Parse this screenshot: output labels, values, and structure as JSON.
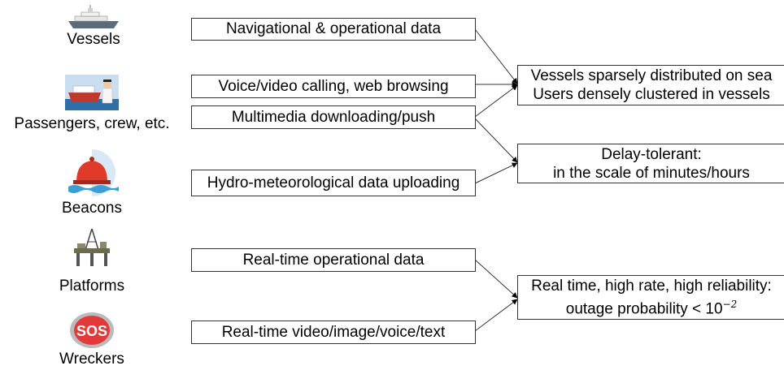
{
  "entities": [
    {
      "label": "Vessels",
      "icon": "ship-icon"
    },
    {
      "label": "Passengers, crew, etc.",
      "icon": "passenger-ship-icon"
    },
    {
      "label": "Beacons",
      "icon": "buoy-icon"
    },
    {
      "label": "Platforms",
      "icon": "oil-platform-icon"
    },
    {
      "label": "Wreckers",
      "icon": "sos-icon"
    }
  ],
  "services": [
    "Navigational & operational data",
    "Voice/video calling, web browsing",
    "Multimedia downloading/push",
    "Hydro-meteorological data uploading",
    "Real-time operational data",
    "Real-time video/image/voice/text"
  ],
  "requirements": [
    {
      "lines": [
        "Vessels sparsely distributed on sea",
        "Users densely clustered in vessels"
      ]
    },
    {
      "lines": [
        "Delay-tolerant:",
        "in the scale of minutes/hours"
      ]
    },
    {
      "lines": [
        "Real time, high rate, high reliability:",
        "outage probability < 10"
      ],
      "exponent": "−2"
    }
  ],
  "colors": {
    "border": "#333333",
    "buoy": "#e03a2a",
    "water": "#3a9fd8",
    "sos": "#e23a3a"
  }
}
